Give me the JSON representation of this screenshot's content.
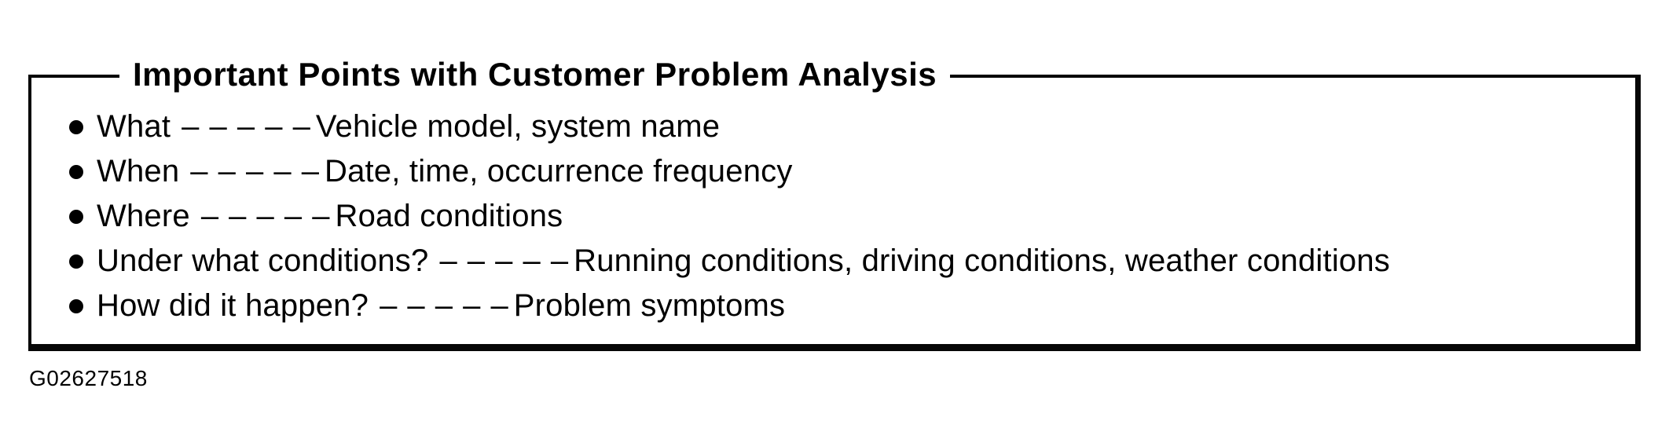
{
  "colors": {
    "ink": "#000000",
    "paper": "#ffffff"
  },
  "panel": {
    "title": "Important Points with Customer Problem Analysis",
    "items": [
      {
        "term": "What",
        "separator": "– – – – –",
        "description": "Vehicle model, system name"
      },
      {
        "term": "When",
        "separator": "– – – – –",
        "description": "Date, time, occurrence frequency"
      },
      {
        "term": "Where",
        "separator": "– – – – –",
        "description": "Road conditions"
      },
      {
        "term": "Under what conditions?",
        "separator": "– – – – –",
        "description": "Running conditions, driving conditions, weather conditions"
      },
      {
        "term": "How did it happen?",
        "separator": "– – – – –",
        "description": "Problem symptoms"
      }
    ],
    "figure_id": "G02627518"
  }
}
